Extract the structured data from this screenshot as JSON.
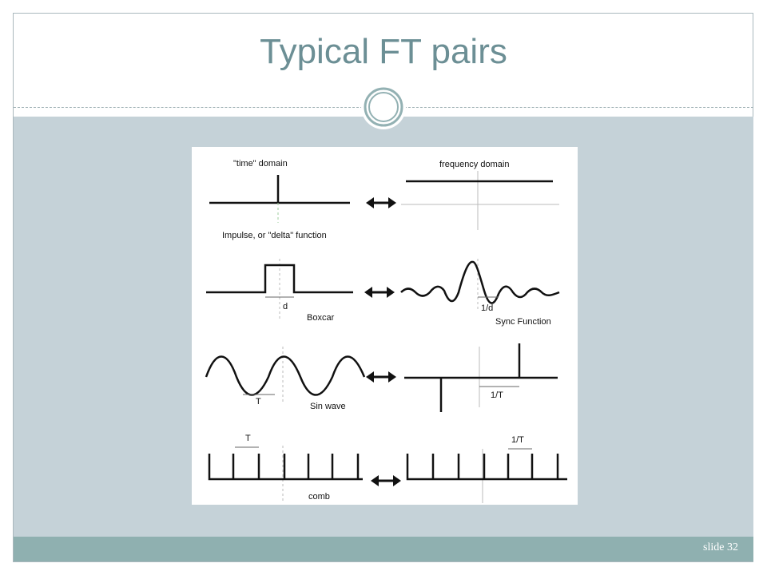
{
  "slide": {
    "title": "Typical FT pairs",
    "number_label": "slide 32"
  },
  "diagram": {
    "headers": {
      "time": "\"time\" domain",
      "frequency": "frequency domain"
    },
    "rows": [
      {
        "name": "impulse",
        "time_label": "Impulse, or \"delta\" function",
        "time_marker": "",
        "freq_label": "",
        "freq_marker": ""
      },
      {
        "name": "boxcar",
        "time_label": "Boxcar",
        "time_marker": "d",
        "freq_label": "Sync Function",
        "freq_marker": "1/d"
      },
      {
        "name": "sine",
        "time_label": "Sin wave",
        "time_marker": "T",
        "freq_label": "",
        "freq_marker": "1/T"
      },
      {
        "name": "comb",
        "time_label": "comb",
        "time_marker": "T",
        "freq_label": "",
        "freq_marker": "1/T"
      }
    ],
    "colors": {
      "line": "#111111",
      "axis": "#bbbbbb"
    }
  }
}
